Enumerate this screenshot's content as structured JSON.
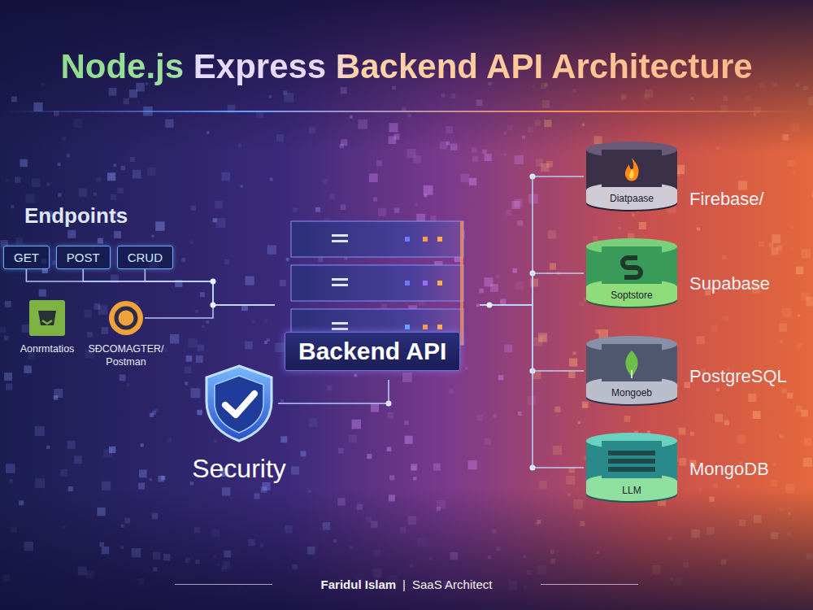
{
  "diagram": {
    "title": "Node.js Express Backend API Architecture",
    "nodes": [
      {
        "text": [
          "GET"
        ]
      },
      {
        "text": [
          "POST"
        ]
      },
      {
        "text": [
          "CRUD"
        ]
      },
      {
        "text": [
          "Aonrmtatios"
        ]
      },
      {
        "text": [
          "SÐCOMAGTER/ Postman"
        ]
      },
      {
        "text": [
          "Backend API"
        ]
      },
      {
        "text": [
          "Security"
        ]
      },
      {
        "text": [
          "Diatpaase",
          "Firebase/"
        ]
      },
      {
        "text": [
          "Soptstore",
          "Supabase"
        ]
      },
      {
        "text": [
          "Mongoeb",
          "PostgreSQL"
        ]
      },
      {
        "text": [
          "LLM",
          "MongoDB"
        ]
      }
    ],
    "edges": [
      {
        "from": 0,
        "to": 5,
        "arrow": "none"
      },
      {
        "from": 1,
        "to": 5,
        "arrow": "none"
      },
      {
        "from": 2,
        "to": 5,
        "arrow": "none"
      },
      {
        "from": 4,
        "to": 5,
        "arrow": "none"
      },
      {
        "from": 6,
        "to": 5,
        "arrow": "none"
      },
      {
        "from": 5,
        "to": 7,
        "arrow": "none"
      },
      {
        "from": 5,
        "to": 8,
        "arrow": "none"
      },
      {
        "from": 5,
        "to": 9,
        "arrow": "none"
      },
      {
        "from": 5,
        "to": 10,
        "arrow": "none"
      }
    ],
    "labels": [
      "Endpoints",
      "Faridul Islam",
      "|",
      "SaaS Architect"
    ]
  }
}
